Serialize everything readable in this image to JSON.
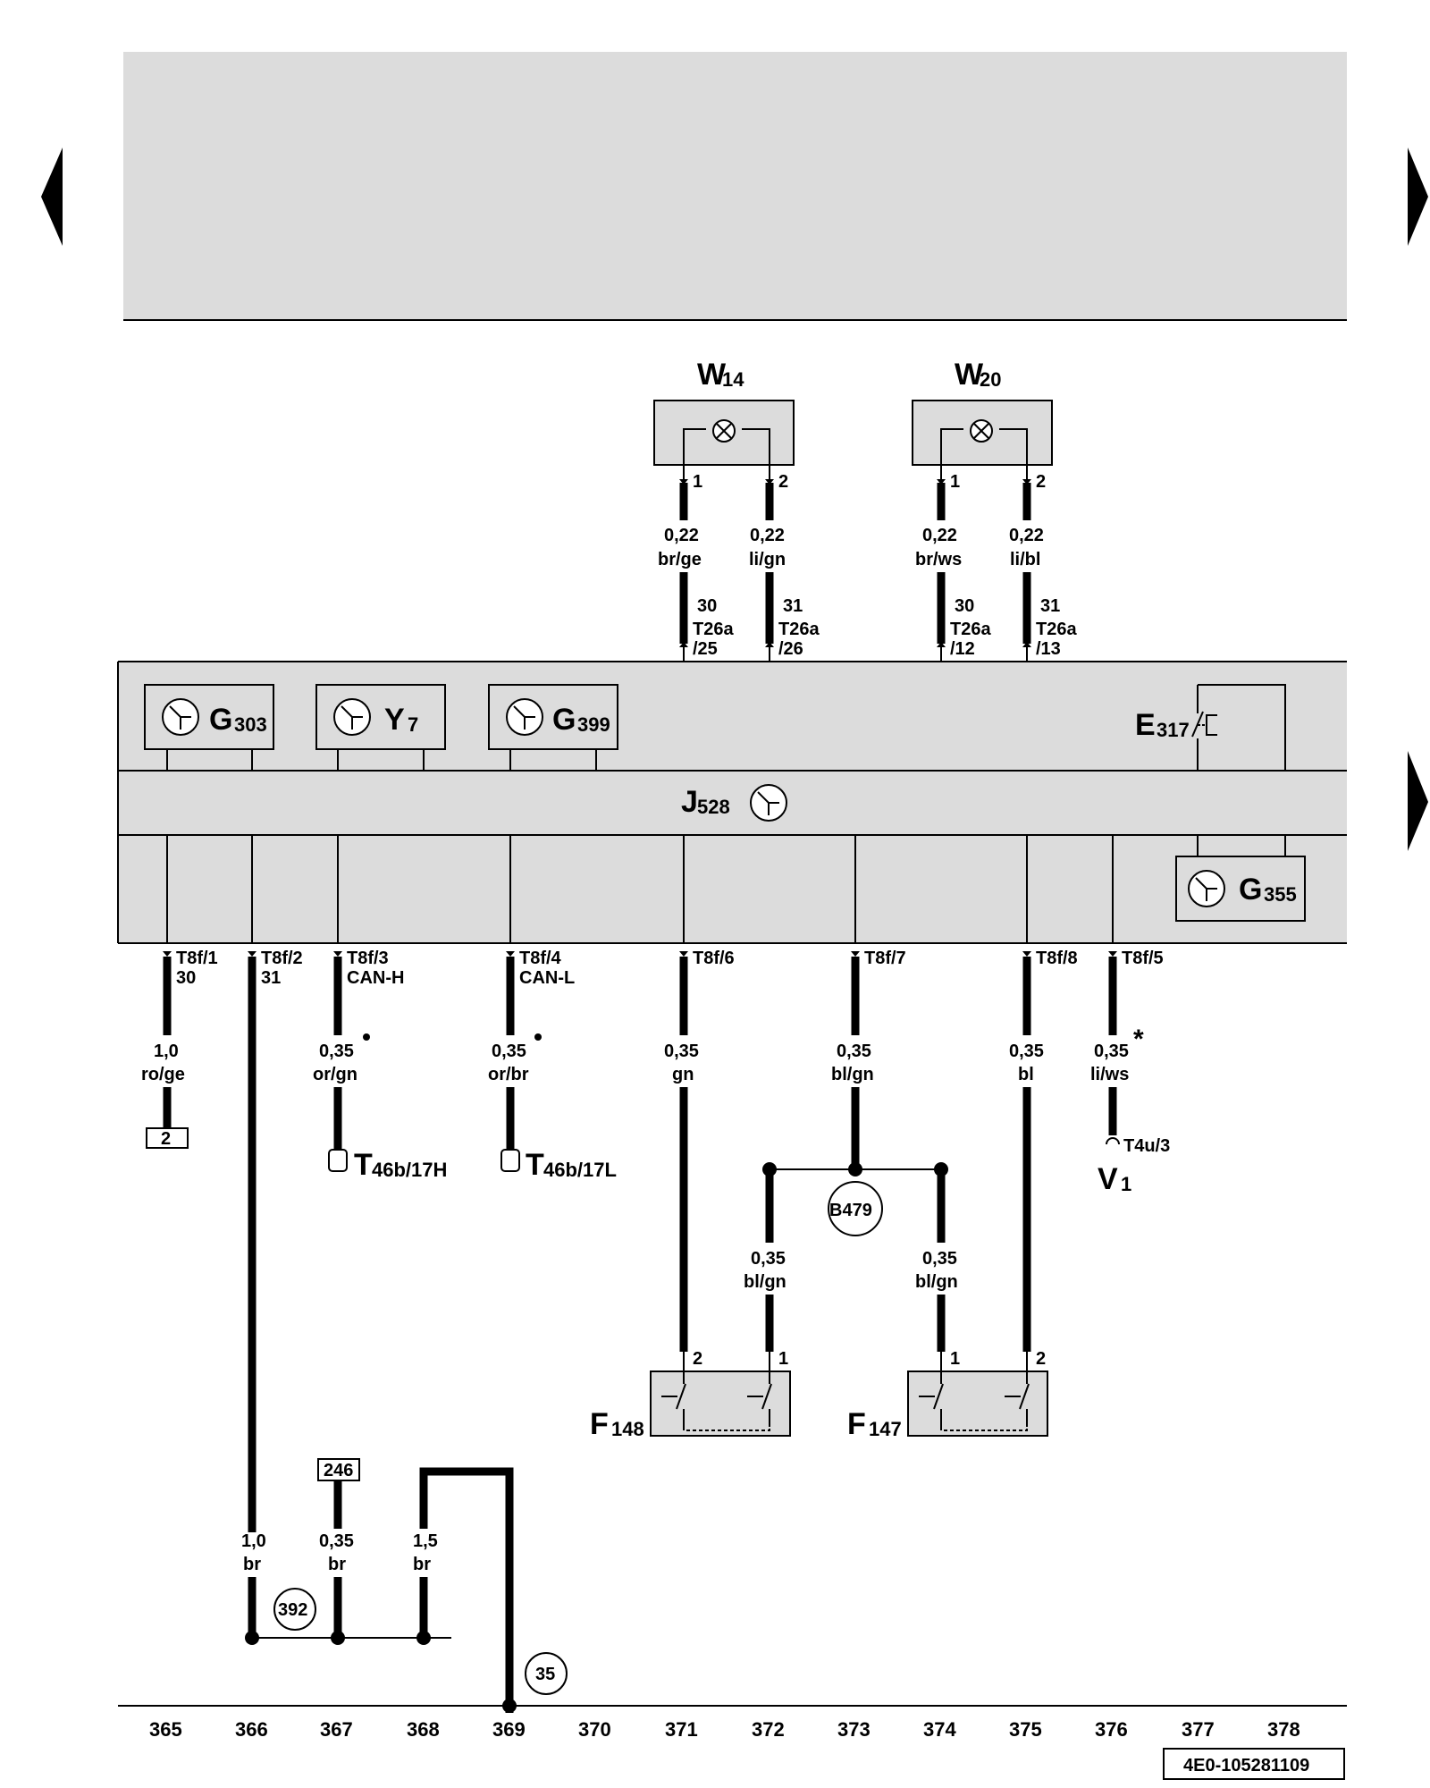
{
  "page": {
    "nav_left_icon": "triangle-left-icon",
    "nav_right_icon": "triangle-right-icon"
  },
  "components": {
    "W14": {
      "letter": "W",
      "num": "14"
    },
    "W20": {
      "letter": "W",
      "num": "20"
    },
    "G303": {
      "letter": "G",
      "num": "303"
    },
    "Y7": {
      "letter": "Y",
      "num": "7"
    },
    "G399": {
      "letter": "G",
      "num": "399"
    },
    "E317": {
      "letter": "E",
      "num": "317"
    },
    "J528": {
      "letter": "J",
      "num": "528"
    },
    "G355": {
      "letter": "G",
      "num": "355"
    },
    "F148": {
      "letter": "F",
      "num": "148"
    },
    "F147": {
      "letter": "F",
      "num": "147"
    },
    "V1": {
      "letter": "V",
      "num": "1"
    },
    "T46b17H": {
      "letter": "T",
      "num": "46b/17H"
    },
    "T46b17L": {
      "letter": "T",
      "num": "46b/17L"
    }
  },
  "top_wires": [
    {
      "pin": "1",
      "size": "0,22",
      "color": "br/ge",
      "term": "30",
      "conn": "T26a",
      "conn_pin": "/25"
    },
    {
      "pin": "2",
      "size": "0,22",
      "color": "li/gn",
      "term": "31",
      "conn": "T26a",
      "conn_pin": "/26"
    },
    {
      "pin": "1",
      "size": "0,22",
      "color": "br/ws",
      "term": "30",
      "conn": "T26a",
      "conn_pin": "/12"
    },
    {
      "pin": "2",
      "size": "0,22",
      "color": "li/bl",
      "term": "31",
      "conn": "T26a",
      "conn_pin": "/13"
    }
  ],
  "bottom_wires": [
    {
      "conn": "T8f/1",
      "term": "30",
      "size": "1,0",
      "color": "ro/ge"
    },
    {
      "conn": "T8f/2",
      "term": "31"
    },
    {
      "conn": "T8f/3",
      "term": "CAN-H",
      "size": "0,35",
      "color": "or/gn"
    },
    {
      "conn": "T8f/4",
      "term": "CAN-L",
      "size": "0,35",
      "color": "or/br"
    },
    {
      "conn": "T8f/6",
      "size": "0,35",
      "color": "gn"
    },
    {
      "conn": "T8f/7",
      "size": "0,35",
      "color": "bl/gn"
    },
    {
      "conn": "T8f/8",
      "size": "0,35",
      "color": "bl"
    },
    {
      "conn": "T8f/5",
      "size": "0,35",
      "color": "li/ws",
      "mark": "*",
      "end": "T4u/3"
    }
  ],
  "ref_boxes": {
    "r2": "2",
    "r246": "246"
  },
  "junction": "B479",
  "branch_wires": [
    {
      "size": "0,35",
      "color": "bl/gn"
    },
    {
      "size": "0,35",
      "color": "bl/gn"
    }
  ],
  "switch_pins": {
    "f148_a": "2",
    "f148_b": "1",
    "f147_a": "1",
    "f147_b": "2"
  },
  "ground_wires": [
    {
      "size": "1,0",
      "color": "br"
    },
    {
      "size": "0,35",
      "color": "br"
    },
    {
      "size": "1,5",
      "color": "br"
    }
  ],
  "ground_points": {
    "g392": "392",
    "g35": "35"
  },
  "columns": [
    "365",
    "366",
    "367",
    "368",
    "369",
    "370",
    "371",
    "372",
    "373",
    "374",
    "375",
    "376",
    "377",
    "378"
  ],
  "doc_id": "4E0-105281109"
}
